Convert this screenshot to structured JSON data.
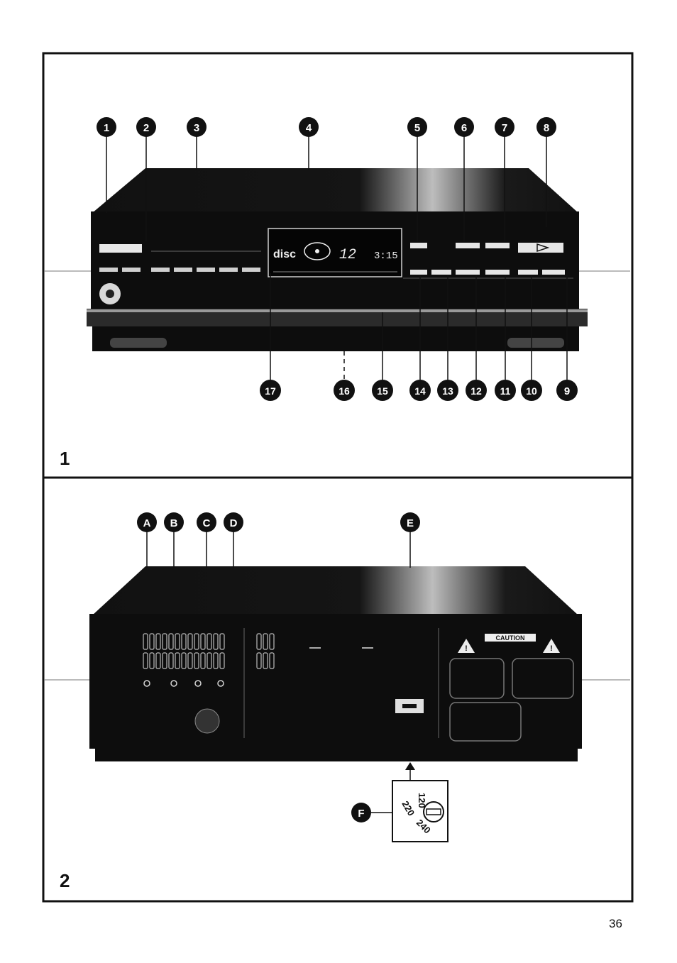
{
  "figures": [
    {
      "label": "1",
      "callouts": [
        "1",
        "2",
        "3",
        "4",
        "5",
        "6",
        "7",
        "8",
        "9",
        "10",
        "11",
        "12",
        "13",
        "14",
        "15",
        "16",
        "17"
      ],
      "display": {
        "disc_logo": "disc",
        "track": "12",
        "time": "3:15"
      }
    },
    {
      "label": "2",
      "callouts": [
        "A",
        "B",
        "C",
        "D",
        "E",
        "F"
      ],
      "caution_label": "CAUTION",
      "voltage_options": [
        "120",
        "220",
        "240"
      ]
    }
  ],
  "page_number": "36",
  "colors": {
    "ink": "#111111",
    "device": "#0d0d0d",
    "paper": "#ffffff"
  }
}
